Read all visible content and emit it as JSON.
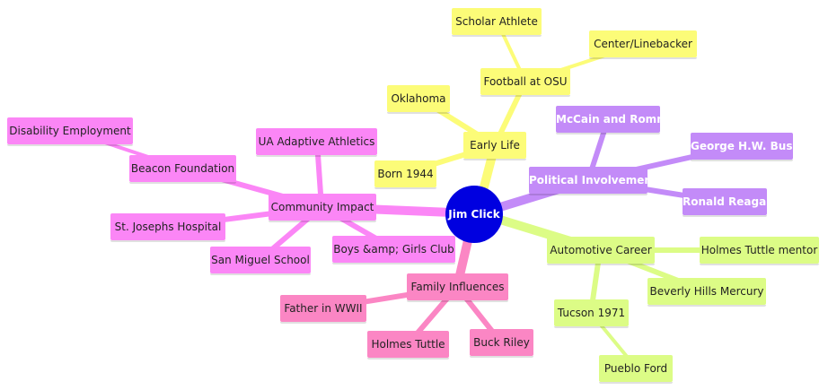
{
  "root": {
    "label": "Jim Click",
    "color": "#0000e0"
  },
  "branches": {
    "early_life": {
      "label": "Early Life",
      "color": "#fcfc78",
      "football": {
        "label": "Football at OSU",
        "children": [
          "Scholar Athlete",
          "Center/Linebacker"
        ]
      },
      "children": [
        "Oklahoma",
        "Born 1944"
      ]
    },
    "political": {
      "label": "Political Involvement",
      "color": "#c38bf8",
      "children": [
        "McCain and Romney",
        "George H.W. Bush",
        "Ronald Reagan"
      ]
    },
    "automotive": {
      "label": "Automotive Career",
      "color": "#dcfc86",
      "children": [
        "Holmes Tuttle mentor",
        "Beverly Hills Mercury"
      ],
      "tucson": {
        "label": "Tucson 1971",
        "children": [
          "Pueblo Ford"
        ]
      }
    },
    "family": {
      "label": "Family Influences",
      "color": "#fb86c4",
      "children": [
        "Father in WWII",
        "Holmes Tuttle",
        "Buck Riley"
      ]
    },
    "community": {
      "label": "Community Impact",
      "color": "#fb86f6",
      "beacon": {
        "label": "Beacon Foundation",
        "children": [
          "Disability Employment"
        ]
      },
      "children": [
        "UA Adaptive Athletics",
        "St. Josephs Hospital",
        "San Miguel School",
        "Boys &amp; Girls Club"
      ]
    }
  }
}
